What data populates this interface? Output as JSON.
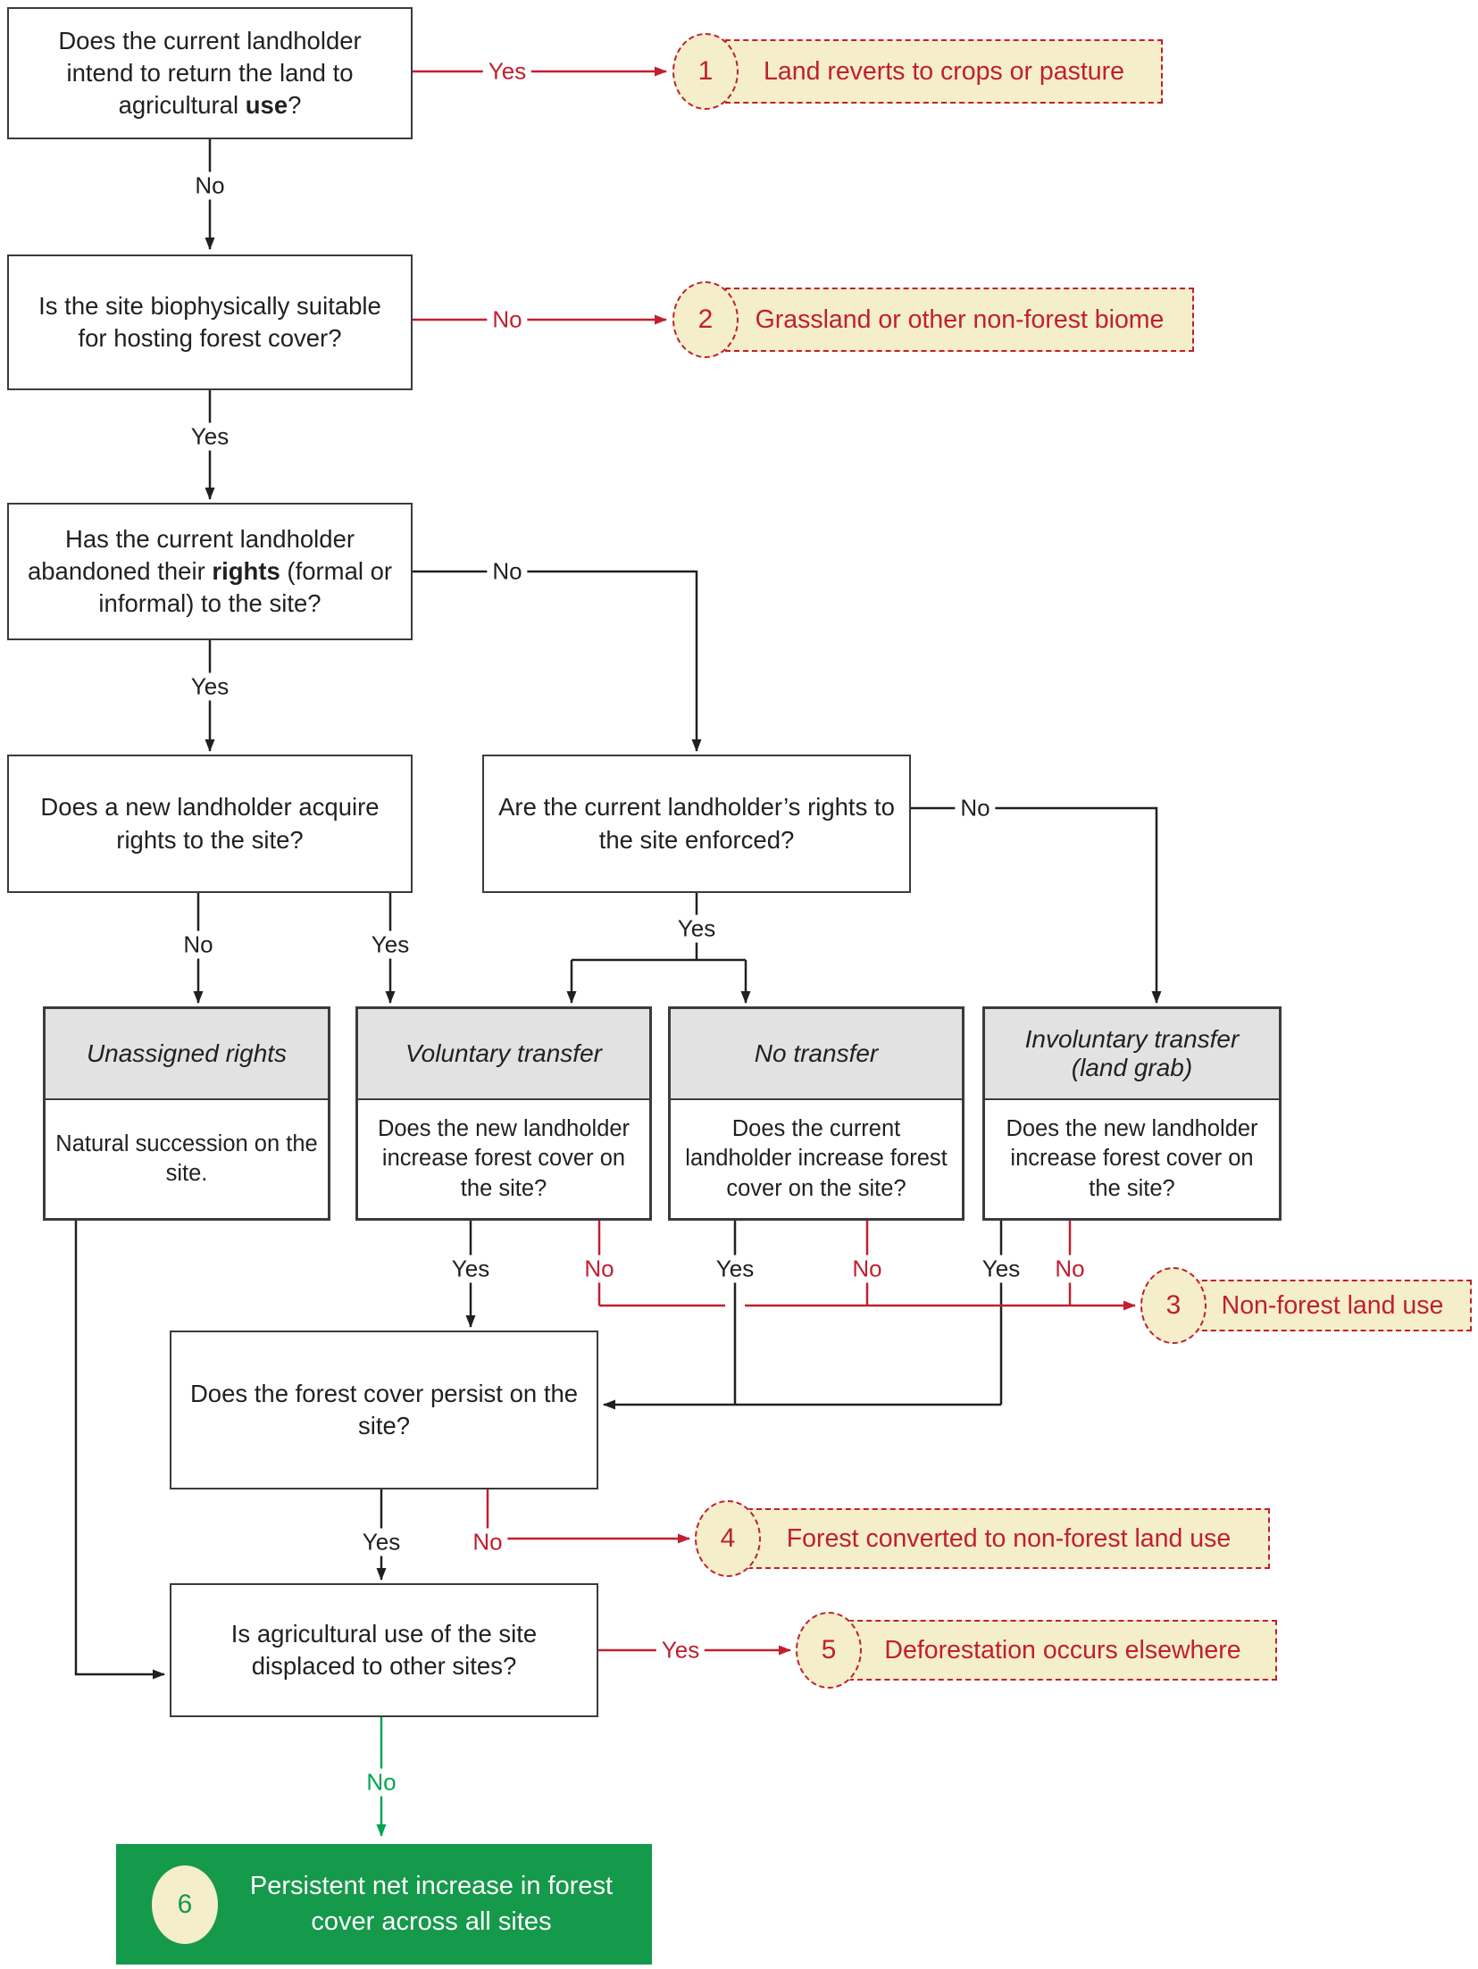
{
  "colors": {
    "path_red": "#c01f2f",
    "path_black": "#231f20",
    "path_green": "#00a551",
    "outcome_fill": "#f5eecb",
    "column_header_fill": "#e2e2e3",
    "final_green": "#15994a"
  },
  "questions": {
    "q1": {
      "pre": "Does the current landholder intend to return the land to agricultural ",
      "bold": "use",
      "post": "?"
    },
    "q2": {
      "text": "Is the site biophysically suitable for hosting forest cover?"
    },
    "q3": {
      "pre": "Has the current landholder abandoned their ",
      "bold": "rights",
      "post": " (formal or informal) to the site?"
    },
    "q4a": {
      "text": "Does a new landholder acquire rights to the site?"
    },
    "q4b": {
      "text": "Are the current landholder’s rights to the site enforced?"
    },
    "q5": {
      "text": "Does the forest cover persist on the site?"
    },
    "q6": {
      "text": "Is agricultural use of the site displaced to other sites?"
    }
  },
  "columns": [
    {
      "title": "Unassigned rights",
      "subtitle": "",
      "body": "Natural succession on the site."
    },
    {
      "title": "Voluntary transfer",
      "subtitle": "",
      "body": "Does the new landholder increase forest cover on the site?"
    },
    {
      "title": "No transfer",
      "subtitle": "",
      "body": "Does the current landholder increase forest cover on the site?"
    },
    {
      "title": "Involuntary transfer",
      "subtitle": "(land grab)",
      "body": "Does the new landholder increase forest cover on the site?"
    }
  ],
  "outcomes": [
    {
      "num": "1",
      "text": "Land reverts to crops or pasture"
    },
    {
      "num": "2",
      "text": "Grassland or other non-forest biome"
    },
    {
      "num": "3",
      "text": "Non-forest land use"
    },
    {
      "num": "4",
      "text": "Forest converted to non-forest land use"
    },
    {
      "num": "5",
      "text": "Deforestation occurs elsewhere"
    },
    {
      "num": "6",
      "text": "Persistent net increase in forest cover across all sites"
    }
  ],
  "labels": {
    "yes": "Yes",
    "no": "No"
  }
}
